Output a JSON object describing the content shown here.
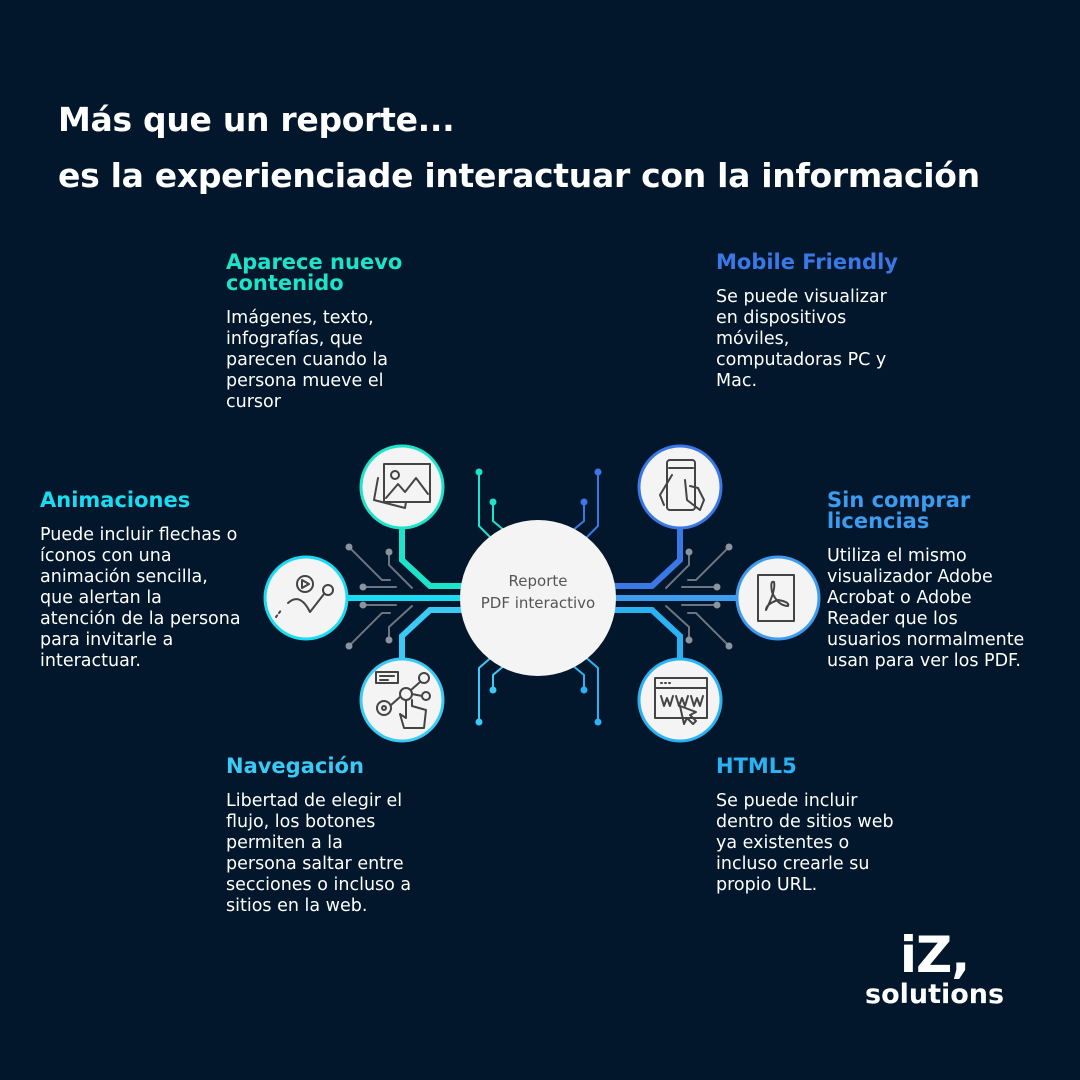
{
  "header": {
    "line1": "Más que un reporte...",
    "line2": "es la experienciade interactuar con la información"
  },
  "center": {
    "line1": "Reporte",
    "line2": "PDF interactivo"
  },
  "features": [
    {
      "title": "Aparece nuevo\ncontenido",
      "body": "Imágenes, texto,\ninfografías, que\nparecen cuando la\npersona mueve el\ncursor",
      "color": "#1de3c9",
      "icon": "image-icon"
    },
    {
      "title": "Animaciones",
      "body": "Puede incluir flechas o\níconos con una\nanimación sencilla,\nque alertan la\natención de la persona\npara invitarle a\ninteractuar.",
      "color": "#19dcf2",
      "icon": "animation-icon"
    },
    {
      "title": "Navegación",
      "body": "Libertad de elegir el\nflujo, los botones\npermiten a la\npersona saltar entre\nsecciones o incluso a\nsitios en la web.",
      "color": "#3bcaf5",
      "icon": "navigation-icon"
    },
    {
      "title": "Mobile Friendly",
      "body": "Se puede visualizar\nen dispositivos\nmóviles,\ncomputadoras PC y\nMac.",
      "color": "#3a78e6",
      "icon": "mobile-icon"
    },
    {
      "title": "Sin comprar\nlicencias",
      "body": "Utiliza el mismo\nvisualizador Adobe\nAcrobat o Adobe\nReader que los\nusuarios normalmente\nusan para ver los PDF.",
      "color": "#3d9cf0",
      "icon": "acrobat-icon"
    },
    {
      "title": "HTML5",
      "body": "Se puede incluir\ndentro de sitios web\nya existentes o\nincluso crearle su\npropio URL.",
      "color": "#2bb2f2",
      "icon": "www-icon"
    }
  ],
  "logo": {
    "mark": "iZ,",
    "text": "solutions"
  }
}
